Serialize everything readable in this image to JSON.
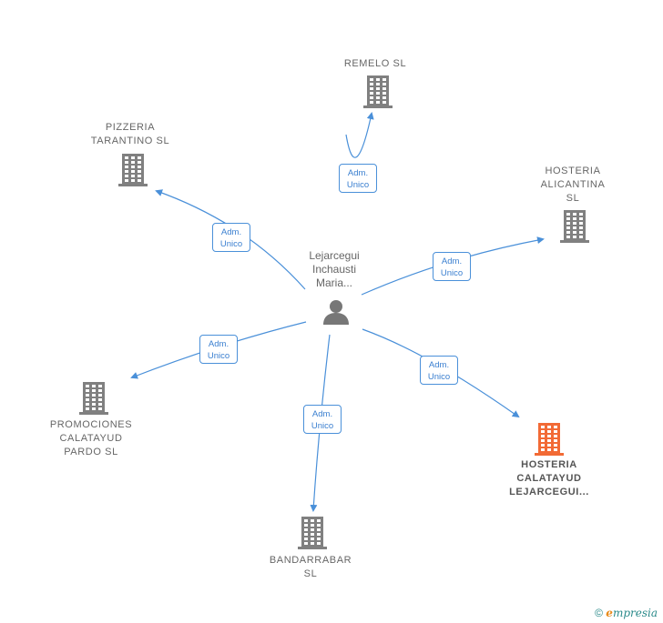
{
  "center": {
    "label": "Lejarcegui\nInchausti\nMaria..."
  },
  "nodes": [
    {
      "id": "remelo",
      "label": "REMELO  SL",
      "highlight": false
    },
    {
      "id": "pizzeria",
      "label": "PIZZERIA\nTARANTINO  SL",
      "highlight": false
    },
    {
      "id": "alicantina",
      "label": "HOSTERIA\nALICANTINA\nSL",
      "highlight": false
    },
    {
      "id": "promociones",
      "label": "PROMOCIONES\nCALATAYUD\nPARDO  SL",
      "highlight": false
    },
    {
      "id": "bandarrabar",
      "label": "BANDARRABAR\nSL",
      "highlight": false
    },
    {
      "id": "calatayud",
      "label": "HOSTERIA\nCALATAYUD\nLEJARCEGUI...",
      "highlight": true
    }
  ],
  "edges": [
    {
      "to": "remelo",
      "label": "Adm.\nUnico"
    },
    {
      "to": "pizzeria",
      "label": "Adm.\nUnico"
    },
    {
      "to": "alicantina",
      "label": "Adm.\nUnico"
    },
    {
      "to": "promociones",
      "label": "Adm.\nUnico"
    },
    {
      "to": "bandarrabar",
      "label": "Adm.\nUnico"
    },
    {
      "to": "calatayud",
      "label": "Adm.\nUnico"
    }
  ],
  "colors": {
    "edge": "#4a90d9",
    "building": "#808080",
    "highlight": "#f26a35"
  },
  "icons": {
    "company": "building-icon",
    "person": "person-icon"
  },
  "footer": {
    "copyright": "©",
    "brand_first": "e",
    "brand_rest": "mpresia"
  }
}
